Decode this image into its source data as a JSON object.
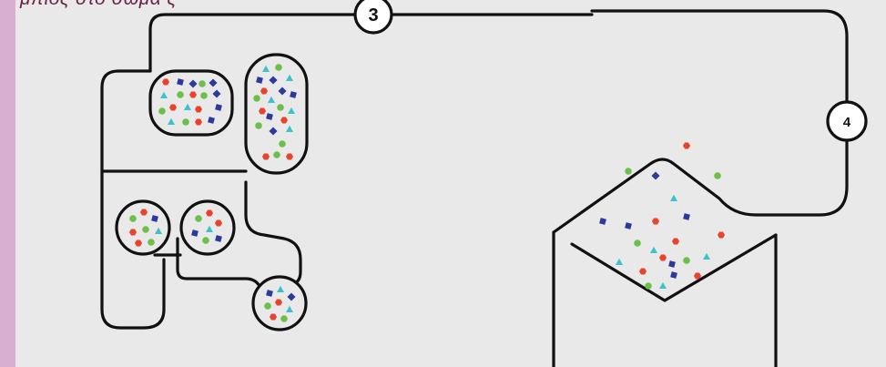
{
  "header": {
    "title_fragment": "μπιος στο σώμα ς"
  },
  "steps": [
    {
      "label": "3"
    },
    {
      "label": "4"
    }
  ],
  "colors": {
    "background": "#e9e9e9",
    "accent_bar": "#d8afd0",
    "title": "#6b2346",
    "line": "#111111",
    "red_particle": "#e8442b",
    "green_particle": "#6cc04a",
    "blue_particle": "#2b3a9c",
    "cyan_particle": "#3ec1cf"
  },
  "particle_icons": [
    "red-hexagon-icon",
    "green-circle-icon",
    "navy-square-icon",
    "cyan-triangle-icon"
  ]
}
